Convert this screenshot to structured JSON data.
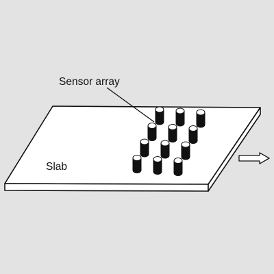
{
  "diagram": {
    "labels": {
      "sensor_array": "Sensor array",
      "slab": "Slab"
    },
    "sensor_array": {
      "rows": 4,
      "columns": 3,
      "sensor_count": 12
    },
    "arrow": {
      "direction": "right"
    },
    "colors": {
      "background": "#e3e3e3",
      "slab_fill": "#ffffff",
      "outline": "#111111",
      "sensor_body": "#111111",
      "sensor_cap": "#ffffff"
    }
  }
}
